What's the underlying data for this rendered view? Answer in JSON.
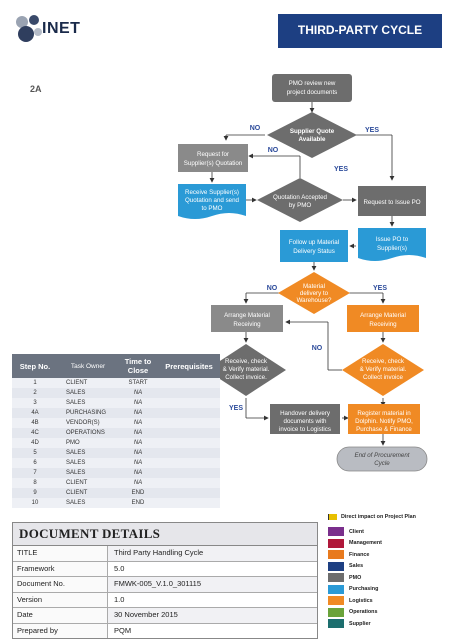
{
  "header": {
    "logo": "INET",
    "title": "THIRD-PARTY CYCLE",
    "section": "2A"
  },
  "flow": {
    "start": [
      "PMO review new",
      "project documents"
    ],
    "supplier_quote": [
      "Supplier Quote",
      "Available"
    ],
    "request_quotation": [
      "Request for",
      "Supplier(s) Quotation"
    ],
    "receive_quotation": [
      "Receive Supplier(s)",
      "Quotation and send",
      "to PMO"
    ],
    "quotation_accepted": [
      "Quotation Accepted",
      "by PMO"
    ],
    "request_po": [
      "Request to Issue PO"
    ],
    "follow_up": [
      "Follow up Material",
      "Delivery Status"
    ],
    "issue_po": [
      "Issue PO to",
      "Supplier(s)"
    ],
    "delivery_warehouse": [
      "Material",
      "delivery to",
      "Warehouse?"
    ],
    "arrange_left": [
      "Arrange Material",
      "Receiving"
    ],
    "arrange_right": [
      "Arrange Material",
      "Receiving"
    ],
    "receive_left": [
      "Receive, check",
      "& Verify material.",
      "Collect invoice."
    ],
    "receive_right": [
      "Receive, check",
      "& Verify material.",
      "Collect invoice"
    ],
    "handover": [
      "Handover delivery",
      "documents with",
      "invoice to Logistics"
    ],
    "register": [
      "Register material in",
      "Dolphin. Notify PMO,",
      "Purchase & Finance"
    ],
    "end": [
      "End of Procurement",
      "Cycle"
    ],
    "labels": {
      "yes": "YES",
      "no": "NO"
    }
  },
  "steps_table": {
    "headers": [
      "Step No.",
      "Task Owner",
      "Time to Close",
      "Prerequisites"
    ],
    "rows": [
      [
        "1",
        "CLIENT",
        "START"
      ],
      [
        "2",
        "SALES",
        "NA"
      ],
      [
        "3",
        "SALES",
        "NA"
      ],
      [
        "4A",
        "PURCHASING",
        "NA"
      ],
      [
        "4B",
        "VENDOR(S)",
        "NA"
      ],
      [
        "4C",
        "OPERATIONS",
        "NA"
      ],
      [
        "4D",
        "PMO",
        "NA"
      ],
      [
        "5",
        "SALES",
        "NA"
      ],
      [
        "6",
        "SALES",
        "NA"
      ],
      [
        "7",
        "SALES",
        "NA"
      ],
      [
        "8",
        "CLIENT",
        "NA"
      ],
      [
        "9",
        "CLIENT",
        "END"
      ],
      [
        "10",
        "SALES",
        "END"
      ]
    ]
  },
  "document_details": {
    "title": "DOCUMENT DETAILS",
    "rows": [
      [
        "TITLE",
        "Third Party Handling Cycle"
      ],
      [
        "Framework",
        "5.0"
      ],
      [
        "Document No.",
        "FMWK-005_V.1.0_301115"
      ],
      [
        "Version",
        "1.0"
      ],
      [
        "Date",
        "30 November 2015"
      ],
      [
        "Prepared by",
        "PQM"
      ]
    ]
  },
  "legend": {
    "title": "Direct impact on Project Plan",
    "items": [
      {
        "label": "Client",
        "color": "#7a2f8c"
      },
      {
        "label": "Management",
        "color": "#b0183a"
      },
      {
        "label": "Finance",
        "color": "#e87a1e"
      },
      {
        "label": "Sales",
        "color": "#1d3f82"
      },
      {
        "label": "PMO",
        "color": "#6d6d6d"
      },
      {
        "label": "Purchasing",
        "color": "#2a9ad6"
      },
      {
        "label": "Logistics",
        "color": "#f08a24"
      },
      {
        "label": "Operations",
        "color": "#6aa33a"
      },
      {
        "label": "Supplier",
        "color": "#1c6e6e"
      }
    ]
  }
}
